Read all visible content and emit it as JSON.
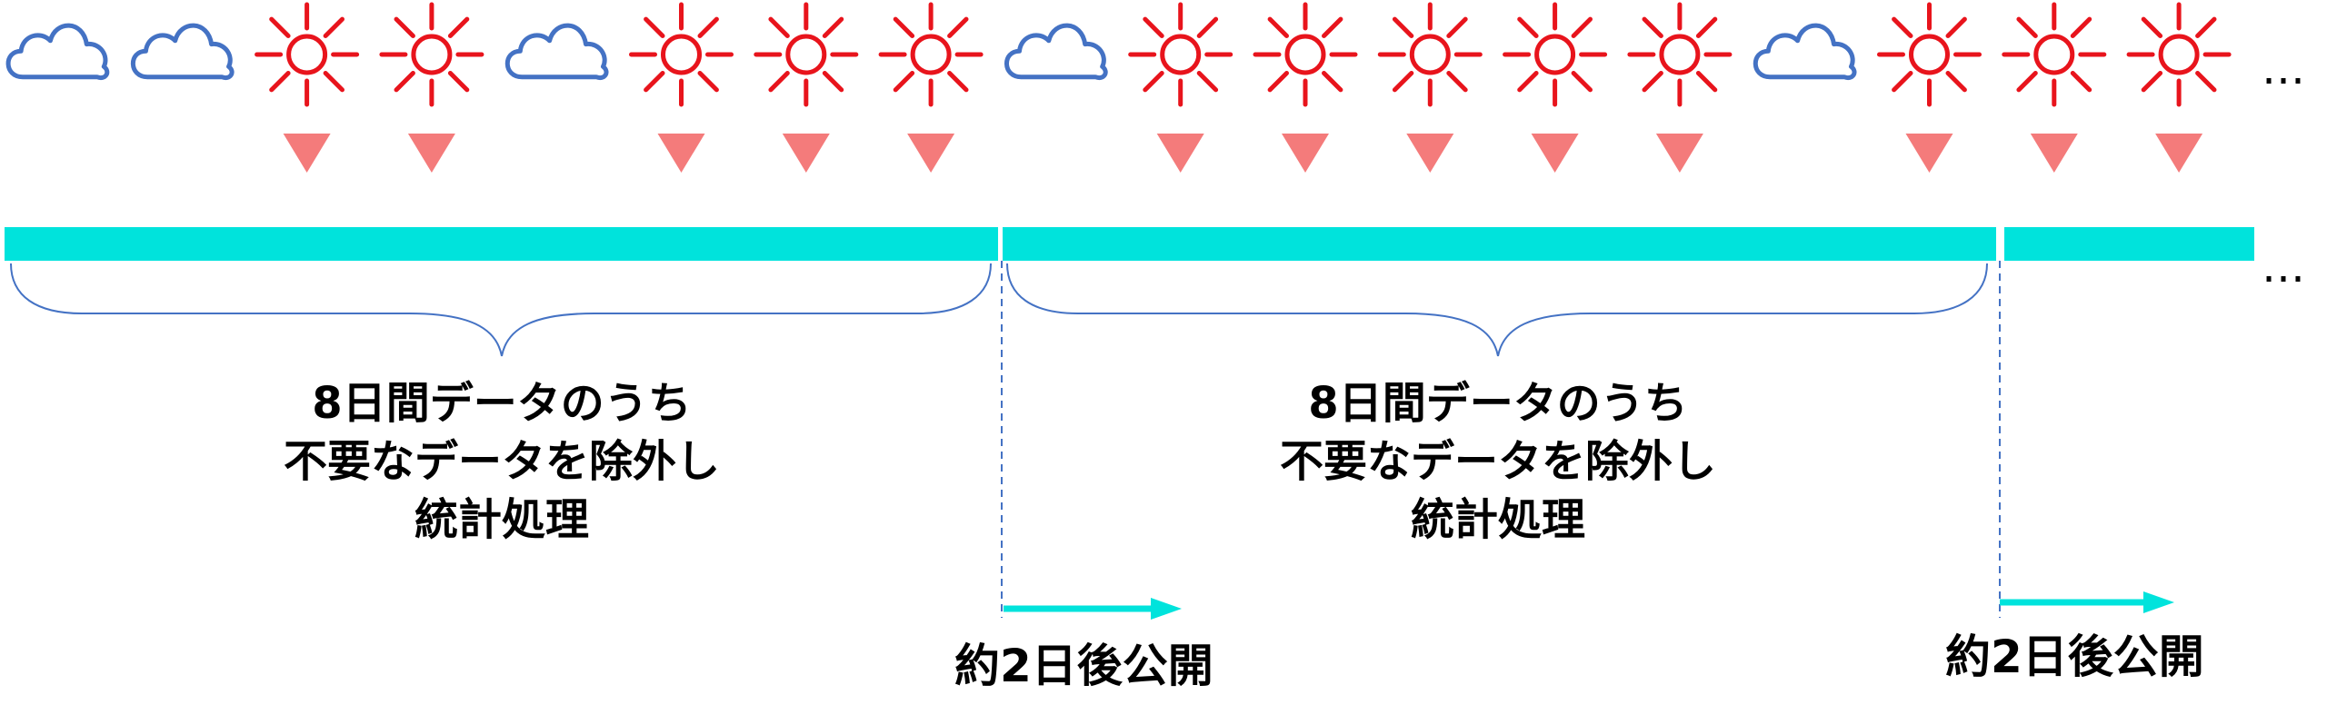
{
  "weather_sequence": [
    "cloud",
    "cloud",
    "sun",
    "sun",
    "cloud",
    "sun",
    "sun",
    "sun",
    "cloud",
    "sun",
    "sun",
    "sun",
    "sun",
    "sun",
    "cloud",
    "sun",
    "sun",
    "sun"
  ],
  "continuation_mark": "…",
  "periods": [
    {
      "lines": [
        "8日間データのうち",
        "不要なデータを除外し",
        "統計処理"
      ],
      "release_label": "約2日後公開"
    },
    {
      "lines": [
        "8日間データのうち",
        "不要なデータを除外し",
        "統計処理"
      ],
      "release_label": "約2日後公開"
    }
  ],
  "colors": {
    "cloud": "#4472c4",
    "sun": "#e8141c",
    "marker": "#f47b7b",
    "bar": "#00e3dc",
    "brace": "#4472c4",
    "arrow": "#00e3dc"
  }
}
